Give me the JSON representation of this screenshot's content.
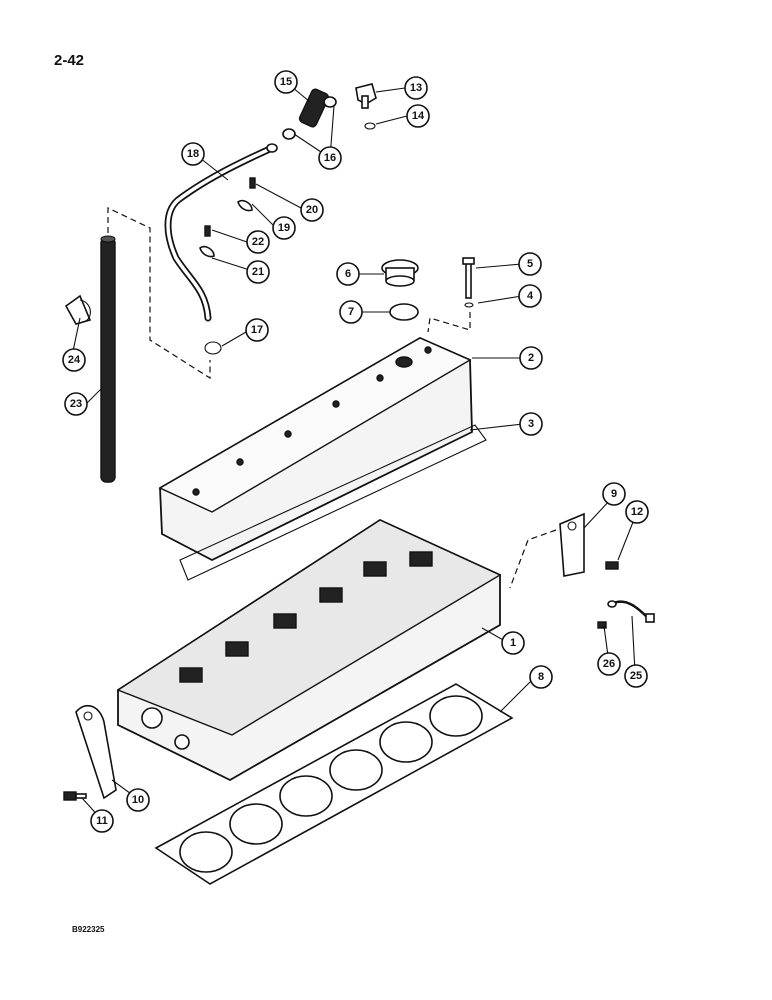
{
  "page": {
    "page_number": "2-42",
    "drawing_code": "B922325"
  },
  "callouts": [
    {
      "id": "c1",
      "label": "1"
    },
    {
      "id": "c2",
      "label": "2"
    },
    {
      "id": "c3",
      "label": "3"
    },
    {
      "id": "c4",
      "label": "4"
    },
    {
      "id": "c5",
      "label": "5"
    },
    {
      "id": "c6",
      "label": "6"
    },
    {
      "id": "c7",
      "label": "7"
    },
    {
      "id": "c8",
      "label": "8"
    },
    {
      "id": "c9",
      "label": "9"
    },
    {
      "id": "c10",
      "label": "10"
    },
    {
      "id": "c11",
      "label": "11"
    },
    {
      "id": "c12",
      "label": "12"
    },
    {
      "id": "c13",
      "label": "13"
    },
    {
      "id": "c14",
      "label": "14"
    },
    {
      "id": "c15",
      "label": "15"
    },
    {
      "id": "c16",
      "label": "16"
    },
    {
      "id": "c17",
      "label": "17"
    },
    {
      "id": "c18",
      "label": "18"
    },
    {
      "id": "c19",
      "label": "19"
    },
    {
      "id": "c20",
      "label": "20"
    },
    {
      "id": "c21",
      "label": "21"
    },
    {
      "id": "c22",
      "label": "22"
    },
    {
      "id": "c23",
      "label": "23"
    },
    {
      "id": "c24",
      "label": "24"
    },
    {
      "id": "c25",
      "label": "25"
    },
    {
      "id": "c26",
      "label": "26"
    }
  ]
}
